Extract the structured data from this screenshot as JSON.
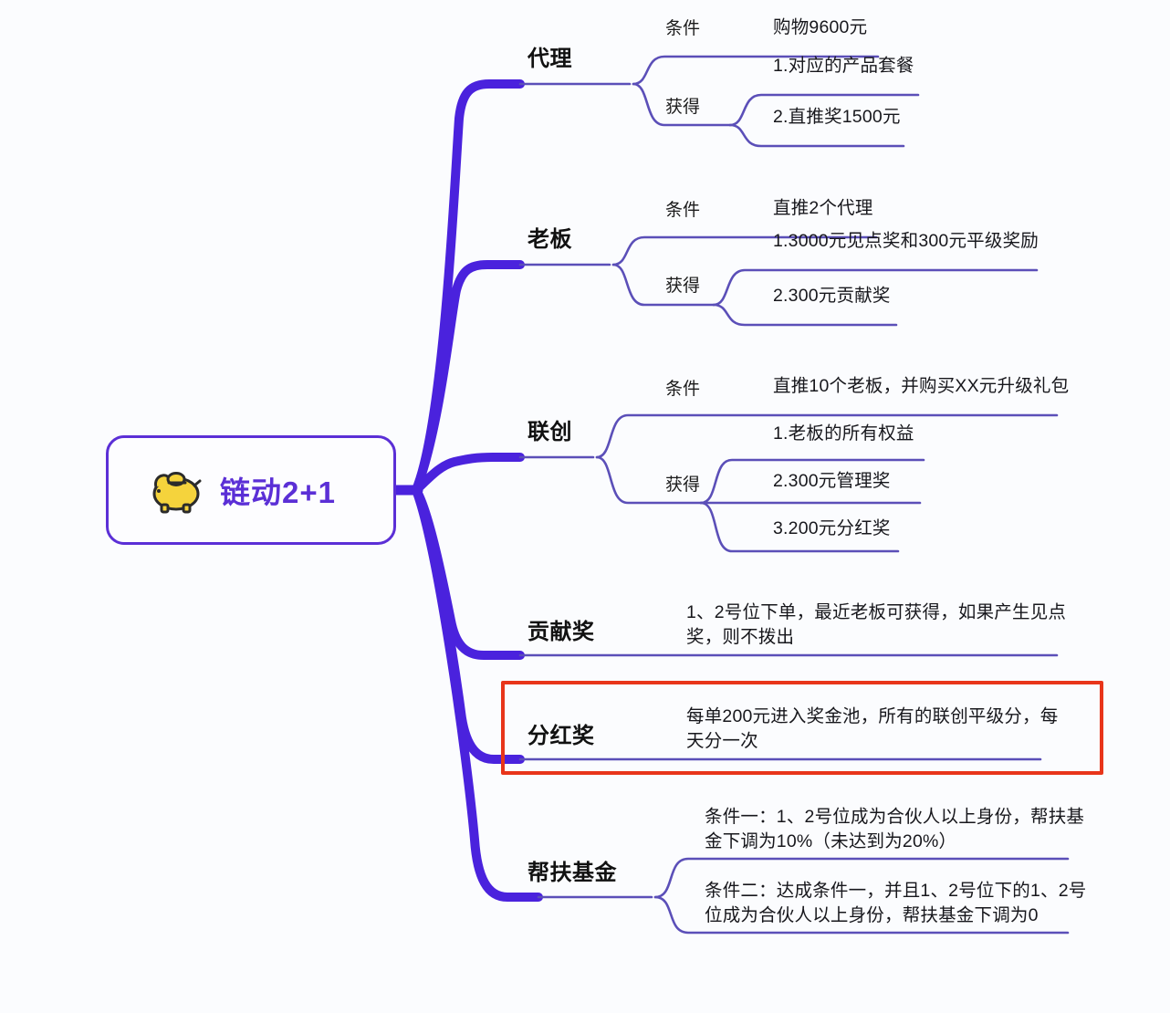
{
  "root": {
    "title": "链动2+1",
    "icon": "piggy-bank-icon",
    "accent_color": "#5b2fd6"
  },
  "colors": {
    "trunk": "#4a22dd",
    "leaf_line": "#5b4fb8",
    "highlight": "#e8351a",
    "background": "#fbfcfe",
    "piggy": "#f5d33c"
  },
  "branches": [
    {
      "label": "代理",
      "groups": [
        {
          "label": "条件",
          "items": [
            "购物9600元"
          ]
        },
        {
          "label": "获得",
          "items": [
            "1.对应的产品套餐",
            "2.直推奖1500元"
          ]
        }
      ]
    },
    {
      "label": "老板",
      "groups": [
        {
          "label": "条件",
          "items": [
            "直推2个代理"
          ]
        },
        {
          "label": "获得",
          "items": [
            "1.3000元见点奖和300元平级奖励",
            "2.300元贡献奖"
          ]
        }
      ]
    },
    {
      "label": "联创",
      "groups": [
        {
          "label": "条件",
          "items": [
            "直推10个老板，并购买XX元升级礼包"
          ]
        },
        {
          "label": "获得",
          "items": [
            "1.老板的所有权益",
            "2.300元管理奖",
            "3.200元分红奖"
          ]
        }
      ]
    },
    {
      "label": "贡献奖",
      "groups": [
        {
          "label": "",
          "items": [
            "1、2号位下单，最近老板可获得，如果产生见点\n奖，则不拨出"
          ]
        }
      ]
    },
    {
      "label": "分红奖",
      "highlighted": true,
      "groups": [
        {
          "label": "",
          "items": [
            "每单200元进入奖金池，所有的联创平级分，每\n天分一次"
          ]
        }
      ]
    },
    {
      "label": "帮扶基金",
      "groups": [
        {
          "label": "",
          "items": [
            "条件一：1、2号位成为合伙人以上身份，帮扶基\n金下调为10%（未达到为20%）",
            "条件二：达成条件一，并且1、2号位下的1、2号\n位成为合伙人以上身份，帮扶基金下调为0"
          ]
        }
      ]
    }
  ],
  "text": {
    "b0_label": "代理",
    "b0_g0_label": "条件",
    "b0_g0_i0": "购物9600元",
    "b0_g1_label": "获得",
    "b0_g1_i0": "1.对应的产品套餐",
    "b0_g1_i1": "2.直推奖1500元",
    "b1_label": "老板",
    "b1_g0_label": "条件",
    "b1_g0_i0": "直推2个代理",
    "b1_g1_label": "获得",
    "b1_g1_i0": "1.3000元见点奖和300元平级奖励",
    "b1_g1_i1": "2.300元贡献奖",
    "b2_label": "联创",
    "b2_g0_label": "条件",
    "b2_g0_i0": "直推10个老板，并购买XX元升级礼包",
    "b2_g1_label": "获得",
    "b2_g1_i0": "1.老板的所有权益",
    "b2_g1_i1": "2.300元管理奖",
    "b2_g1_i2": "3.200元分红奖",
    "b3_label": "贡献奖",
    "b3_i0_line1": "1、2号位下单，最近老板可获得，如果产生见点",
    "b3_i0_line2": "奖，则不拨出",
    "b4_label": "分红奖",
    "b4_i0_line1": "每单200元进入奖金池，所有的联创平级分，每",
    "b4_i0_line2": "天分一次",
    "b5_label": "帮扶基金",
    "b5_i0_line1": "条件一：1、2号位成为合伙人以上身份，帮扶基",
    "b5_i0_line2": "金下调为10%（未达到为20%）",
    "b5_i1_line1": "条件二：达成条件一，并且1、2号位下的1、2号",
    "b5_i1_line2": "位成为合伙人以上身份，帮扶基金下调为0"
  }
}
